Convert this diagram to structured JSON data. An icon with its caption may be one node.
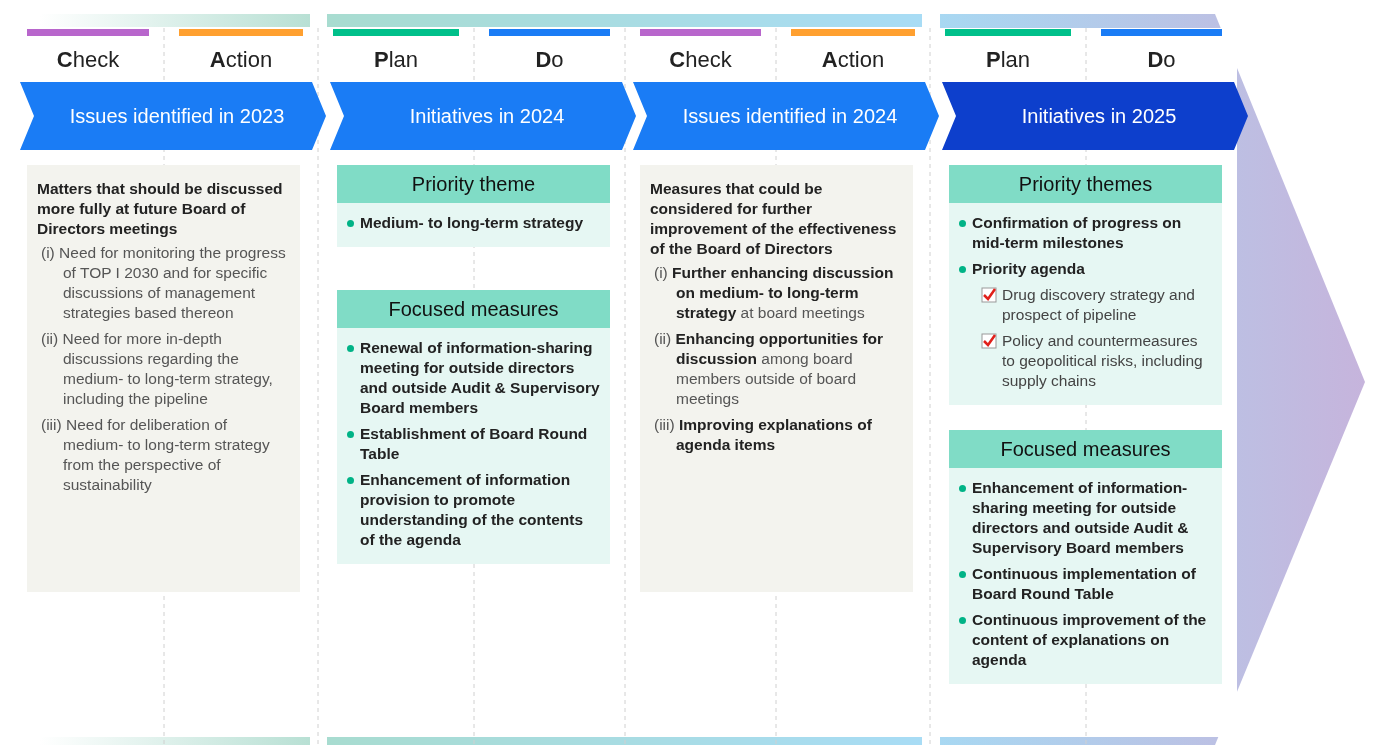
{
  "diagram": {
    "nodes": [
      {
        "text": [
          "Issues identified in 2023"
        ]
      },
      {
        "text": [
          "Initiatives in 2024"
        ]
      },
      {
        "text": [
          "Issues identified in 2024"
        ]
      },
      {
        "text": [
          "Initiatives in 2025"
        ]
      },
      {
        "text": [
          "Matters that should be discussed more fully at future Board of Directors meetings",
          "(i) Need for monitoring the progress of TOP I 2030 and for specific discussions of management strategies based thereon",
          "(ii) Need for more in-depth discussions regarding the medium- to long-term strategy, including the pipeline",
          "(iii) Need for deliberation of medium- to long-term strategy from the perspective of sustainability"
        ]
      },
      {
        "text": [
          "Priority theme",
          "Medium- to long-term strategy"
        ]
      },
      {
        "text": [
          "Focused measures",
          "Renewal of information-sharing meeting for outside directors and outside Audit & Supervisory Board members",
          "Establishment of Board Round Table",
          "Enhancement of information provision to promote understanding of the contents of the agenda"
        ]
      },
      {
        "text": [
          "Measures that could be considered for further improvement of the effectiveness of the Board of Directors",
          "(i) **Further enhancing discussion on medium- to long-term strategy** at board meetings",
          "(ii) **Enhancing opportunities for discussion** among board members outside of board meetings",
          "(iii) **Improving explanations of agenda items**"
        ]
      },
      {
        "text": [
          "Priority themes",
          "Confirmation of progress on mid-term milestones",
          "Priority agenda",
          "Drug discovery strategy and prospect of pipeline",
          "Policy and countermeasures to geopolitical risks, including supply chains"
        ]
      },
      {
        "text": [
          "Focused measures",
          "Enhancement of information-sharing meeting for outside directors and outside Audit & Supervisory Board members",
          "Continuous implementation of Board Round Table",
          "Continuous improvement of the content of explanations on agenda"
        ]
      }
    ],
    "labels": [
      "**C**heck",
      "**A**ction",
      "**P**lan",
      "**D**o",
      "**C**heck",
      "**A**ction",
      "**P**lan",
      "**D**o"
    ]
  }
}
